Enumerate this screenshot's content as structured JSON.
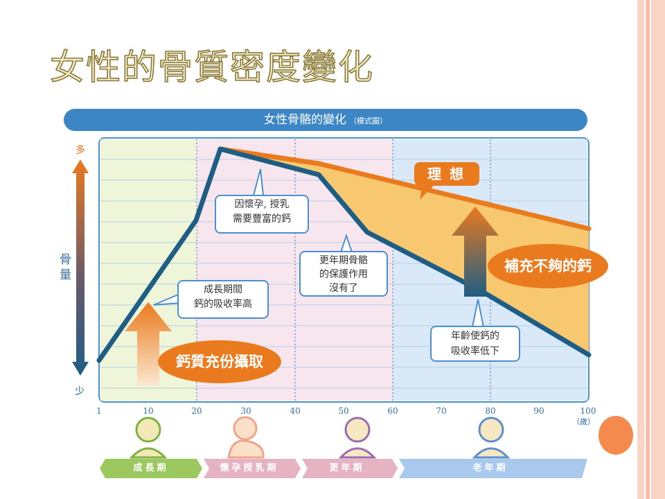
{
  "slide_title": "女性的骨質密度變化",
  "diagram": {
    "banner_title": "女性骨骼的變化",
    "banner_sub": "（模式圖）",
    "y_axis_label": "骨量",
    "y_top_label": "多",
    "y_bottom_label": "少",
    "x_ticks": [
      "1",
      "10",
      "20",
      "30",
      "40",
      "50",
      "60",
      "70",
      "80",
      "90",
      "100"
    ],
    "x_unit": "（歲）",
    "callouts": {
      "growth": "成長期間\n鈣的吸收率高",
      "pregnancy": "因懷孕, 授乳\n需要豐富的鈣",
      "menopause": "更年期骨骼\n的保護作用\n沒有了",
      "aging": "年齡使鈣的\n吸收率低下"
    },
    "ovals": {
      "intake": "鈣質充份攝取",
      "supplement": "補充不夠的鈣"
    },
    "ideal_label": "理想",
    "stages": [
      "成長期",
      "懷孕授乳期",
      "更年期",
      "老年期"
    ],
    "colors": {
      "actual_line": "#1f5e84",
      "ideal_line": "#ea7a1e",
      "gap_fill": "#f8c870",
      "banner": "#3d86c6",
      "growth_bg": "#eef5d8",
      "pregnancy_bg": "#f7e6ee",
      "old_bg": "#d9e9f8"
    }
  }
}
